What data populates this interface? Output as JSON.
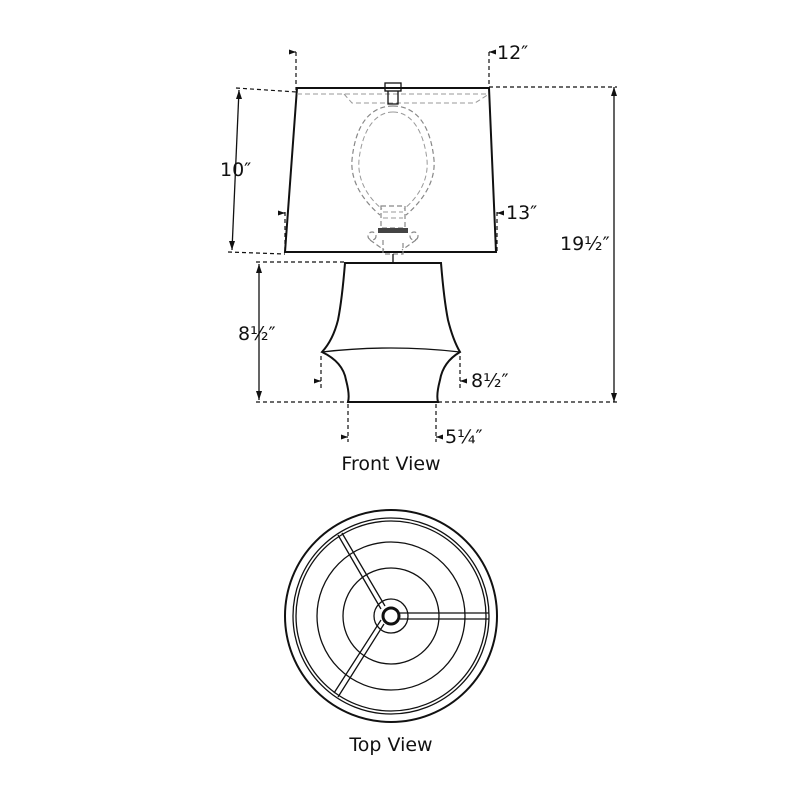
{
  "front_view": {
    "label": "Front View",
    "dimensions": {
      "shade_top_diameter": "12″",
      "shade_bottom_diameter": "13″",
      "shade_height": "10″",
      "overall_height": "19½″",
      "base_height": "8½″",
      "base_width": "8½″",
      "foot_width": "5¼″"
    }
  },
  "top_view": {
    "label": "Top View"
  }
}
